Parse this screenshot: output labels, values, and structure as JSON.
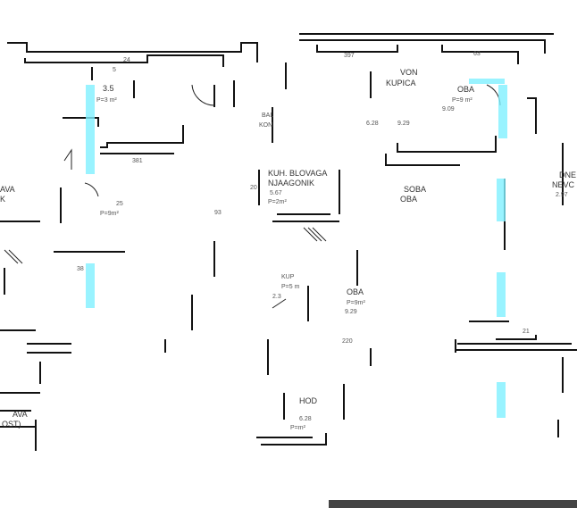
{
  "plan": {
    "rooms": [
      {
        "name": "KUH. BLOVAGA",
        "sub": "NJAAGONIK",
        "value": "5.67",
        "area": "P=2m²"
      },
      {
        "name": "VON",
        "sub": "KUPICA"
      },
      {
        "name": "OBA",
        "area": "P=9 m²",
        "value": "9.09"
      },
      {
        "name": "SOBA",
        "sub": "OBA"
      },
      {
        "name": "DNE",
        "sub": "NEVC",
        "value": "2.97"
      },
      {
        "name": "AVA",
        "sub": "K"
      },
      {
        "name": "OBA",
        "area": "P=9m²",
        "value": "9.29"
      },
      {
        "name": "AVA",
        "sub": "OST)"
      },
      {
        "name": "HOD",
        "value": "6.28",
        "area": "P=m²"
      },
      {
        "name": "3.5",
        "area": "P=3 m²"
      },
      {
        "name": "25",
        "area": "P=9m²"
      },
      {
        "name": "BAL",
        "sub": "KON"
      },
      {
        "name": "KUP",
        "value": "2.3",
        "area": "P=5 m"
      }
    ],
    "dimensions": [
      "397",
      "24",
      "381",
      "38",
      "220",
      "21",
      "93",
      "6.28",
      "9.29",
      "5",
      "63",
      "20"
    ],
    "colors": {
      "wall": "#111111",
      "window": "#7ff0ff",
      "bar": "#444444"
    }
  }
}
